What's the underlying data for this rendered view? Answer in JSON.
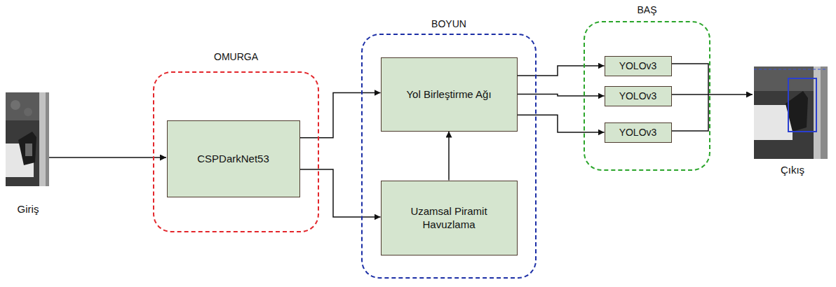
{
  "diagram": {
    "nodes": [
      {
        "text": [
          "OMURGA"
        ]
      },
      {
        "text": [
          "CSPDarkNet53"
        ],
        "in": 0
      },
      {
        "text": [
          "BOYUN"
        ]
      },
      {
        "text": [
          "Yol Birleştirme Ağı"
        ],
        "in": 2
      },
      {
        "text": [
          "Uzamsal Piramit Havuzlama"
        ],
        "in": 2
      },
      {
        "text": [
          "BAŞ"
        ]
      },
      {
        "text": [
          "YOLOv3"
        ],
        "in": 5
      },
      {
        "text": [
          "YOLOv3"
        ],
        "in": 5
      },
      {
        "text": [
          "YOLOv3"
        ],
        "in": 5
      }
    ],
    "edges": [
      {
        "from": 1,
        "to": 3,
        "arrow": "to"
      },
      {
        "from": 1,
        "to": 4,
        "arrow": "to"
      },
      {
        "from": 4,
        "to": 3,
        "arrow": "to"
      },
      {
        "from": 3,
        "to": 6,
        "arrow": "to"
      },
      {
        "from": 3,
        "to": 7,
        "arrow": "to"
      },
      {
        "from": 3,
        "to": 8,
        "arrow": "to"
      }
    ],
    "labels": [
      "Giriş",
      "Çıkış"
    ]
  }
}
